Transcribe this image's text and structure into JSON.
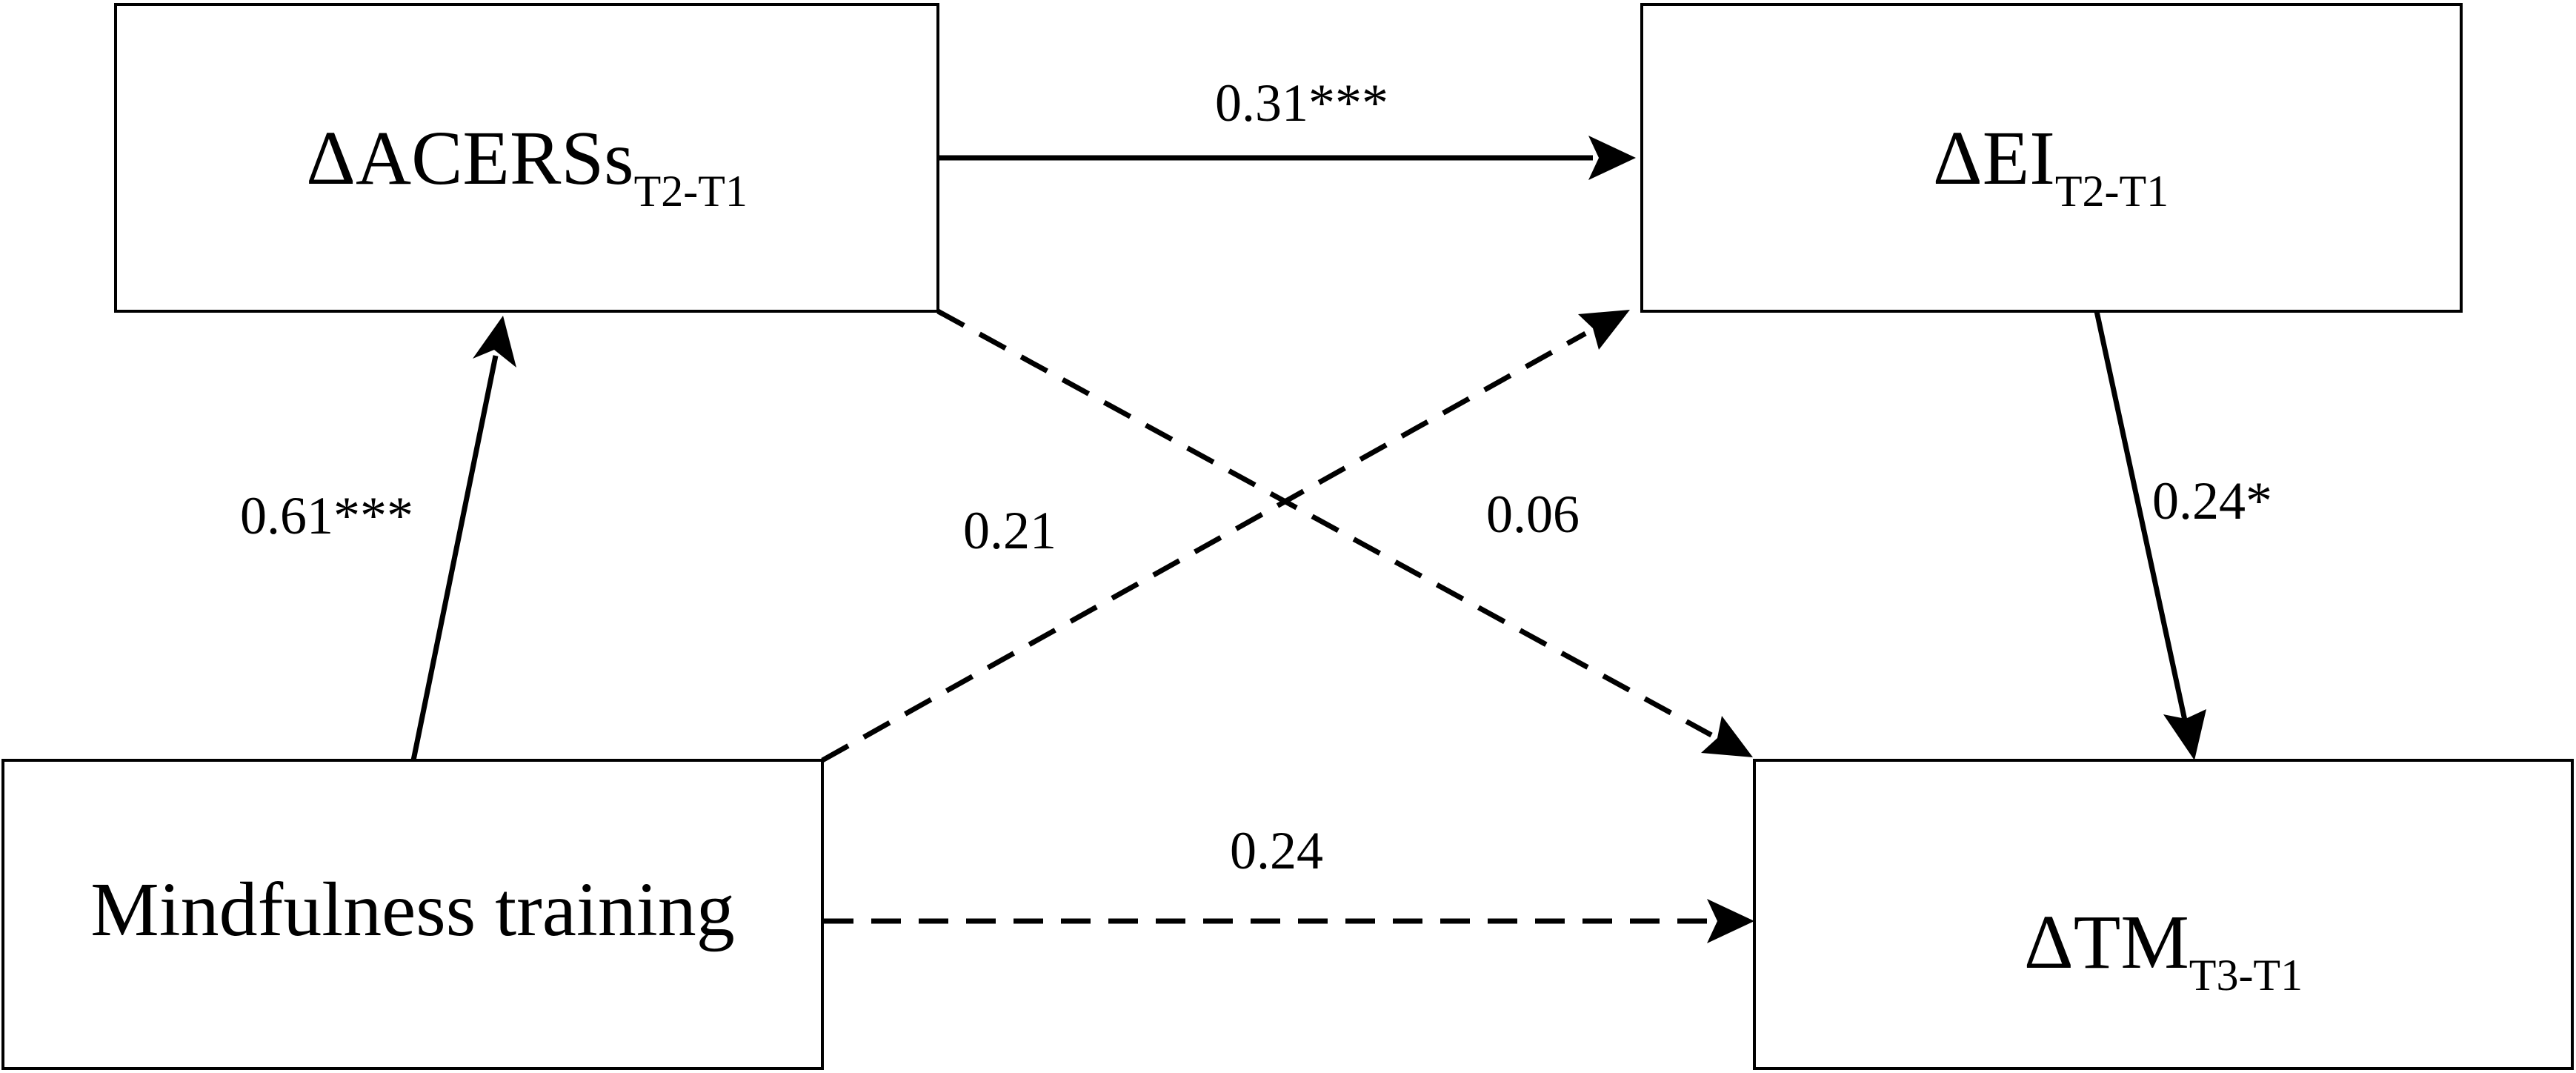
{
  "nodes": {
    "acers": {
      "main": "ΔACERSs",
      "sub": "T2-T1"
    },
    "ei": {
      "main": "ΔEI",
      "sub": "T2-T1"
    },
    "mindfulness": {
      "main": "Mindfulness training",
      "sub": ""
    },
    "tm": {
      "main": "ΔTM",
      "sub": "T3-T1"
    }
  },
  "edges": {
    "acers_to_ei": {
      "label": "0.31***",
      "style": "solid"
    },
    "mindfulness_to_acers": {
      "label": "0.61***",
      "style": "solid"
    },
    "mindfulness_to_ei": {
      "label": "0.21",
      "style": "dashed"
    },
    "acers_to_tm": {
      "label": "0.06",
      "style": "dashed"
    },
    "ei_to_tm": {
      "label": "0.24*",
      "style": "solid"
    },
    "mindfulness_to_tm": {
      "label": "0.24",
      "style": "dashed"
    }
  }
}
